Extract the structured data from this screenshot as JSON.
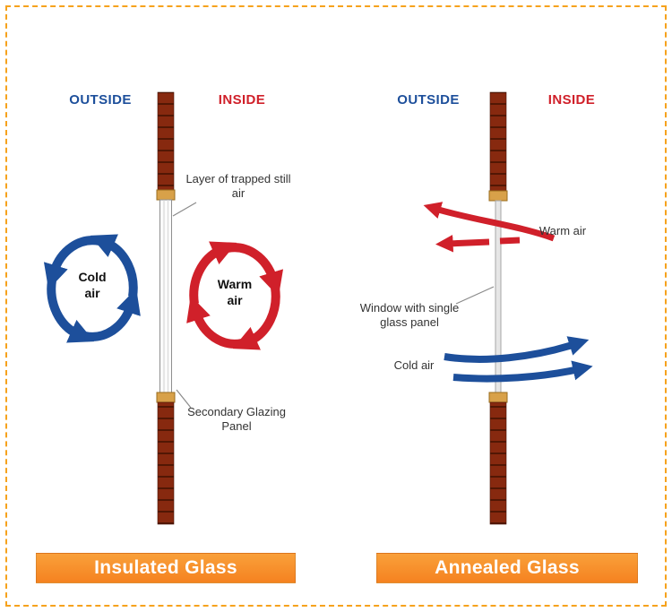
{
  "colors": {
    "blue": "#1d4f9b",
    "red": "#d0202a",
    "orange": "#f58220",
    "orange_light": "#f9a03a",
    "wall": "#87290f",
    "cap": "#d8a149",
    "border": "#f6a21d"
  },
  "left_panel": {
    "outside": "OUTSIDE",
    "inside": "INSIDE",
    "trapped_air": "Layer of trapped still air",
    "cold_air": "Cold air",
    "warm_air": "Warm air",
    "secondary_glazing": "Secondary Glazing Panel",
    "title": "Insulated Glass"
  },
  "right_panel": {
    "outside": "OUTSIDE",
    "inside": "INSIDE",
    "warm_air": "Warm air",
    "window": "Window with single glass panel",
    "cold_air": "Cold air",
    "title": "Annealed Glass"
  }
}
